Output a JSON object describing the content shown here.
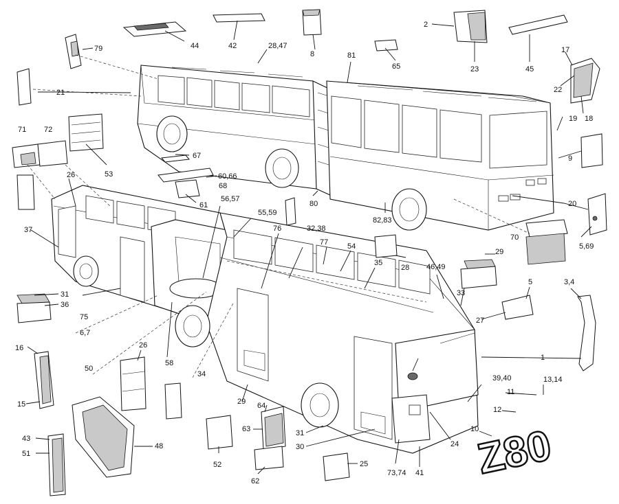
{
  "logo_text": "Z80",
  "labels": [
    {
      "id": "79",
      "text": "79"
    },
    {
      "id": "44",
      "text": "44"
    },
    {
      "id": "42",
      "text": "42"
    },
    {
      "id": "28_47",
      "text": "28,47"
    },
    {
      "id": "8",
      "text": "8"
    },
    {
      "id": "2",
      "text": "2"
    },
    {
      "id": "23",
      "text": "23"
    },
    {
      "id": "45",
      "text": "45"
    },
    {
      "id": "17",
      "text": "17"
    },
    {
      "id": "22",
      "text": "22"
    },
    {
      "id": "18",
      "text": "18"
    },
    {
      "id": "19",
      "text": "19"
    },
    {
      "id": "81",
      "text": "81"
    },
    {
      "id": "65",
      "text": "65"
    },
    {
      "id": "21",
      "text": "21"
    },
    {
      "id": "71",
      "text": "71"
    },
    {
      "id": "72",
      "text": "72"
    },
    {
      "id": "53",
      "text": "53"
    },
    {
      "id": "67",
      "text": "67"
    },
    {
      "id": "60_66",
      "text": "60,66"
    },
    {
      "id": "68",
      "text": "68"
    },
    {
      "id": "61",
      "text": "61"
    },
    {
      "id": "26a",
      "text": "26"
    },
    {
      "id": "37",
      "text": "37"
    },
    {
      "id": "9",
      "text": "9"
    },
    {
      "id": "20",
      "text": "20"
    },
    {
      "id": "5_69",
      "text": "5,69"
    },
    {
      "id": "70",
      "text": "70"
    },
    {
      "id": "80",
      "text": "80"
    },
    {
      "id": "82_83",
      "text": "82,83"
    },
    {
      "id": "56_57",
      "text": "56,57"
    },
    {
      "id": "55_59",
      "text": "55,59"
    },
    {
      "id": "76",
      "text": "76"
    },
    {
      "id": "32_38",
      "text": "32,38"
    },
    {
      "id": "77",
      "text": "77"
    },
    {
      "id": "54",
      "text": "54"
    },
    {
      "id": "28",
      "text": "28"
    },
    {
      "id": "35",
      "text": "35"
    },
    {
      "id": "46_49",
      "text": "46,49"
    },
    {
      "id": "29",
      "text": "29"
    },
    {
      "id": "33",
      "text": "33"
    },
    {
      "id": "5",
      "text": "5"
    },
    {
      "id": "3_4",
      "text": "3,4"
    },
    {
      "id": "27",
      "text": "27"
    },
    {
      "id": "1",
      "text": "1"
    },
    {
      "id": "31a",
      "text": "31"
    },
    {
      "id": "36",
      "text": "36"
    },
    {
      "id": "75",
      "text": "75"
    },
    {
      "id": "6_7",
      "text": "6,7"
    },
    {
      "id": "16",
      "text": "16"
    },
    {
      "id": "15",
      "text": "15"
    },
    {
      "id": "50",
      "text": "50"
    },
    {
      "id": "26b",
      "text": "26"
    },
    {
      "id": "58",
      "text": "58"
    },
    {
      "id": "34",
      "text": "34"
    },
    {
      "id": "29b",
      "text": "29"
    },
    {
      "id": "64",
      "text": "64"
    },
    {
      "id": "63",
      "text": "63"
    },
    {
      "id": "43",
      "text": "43"
    },
    {
      "id": "51",
      "text": "51"
    },
    {
      "id": "48",
      "text": "48"
    },
    {
      "id": "52",
      "text": "52"
    },
    {
      "id": "62",
      "text": "62"
    },
    {
      "id": "31b",
      "text": "31"
    },
    {
      "id": "30",
      "text": "30"
    },
    {
      "id": "25",
      "text": "25"
    },
    {
      "id": "73_74",
      "text": "73,74"
    },
    {
      "id": "41",
      "text": "41"
    },
    {
      "id": "24",
      "text": "24"
    },
    {
      "id": "39_40",
      "text": "39,40"
    },
    {
      "id": "13_14",
      "text": "13,14"
    },
    {
      "id": "11",
      "text": "11"
    },
    {
      "id": "12",
      "text": "12"
    },
    {
      "id": "10",
      "text": "10"
    }
  ]
}
